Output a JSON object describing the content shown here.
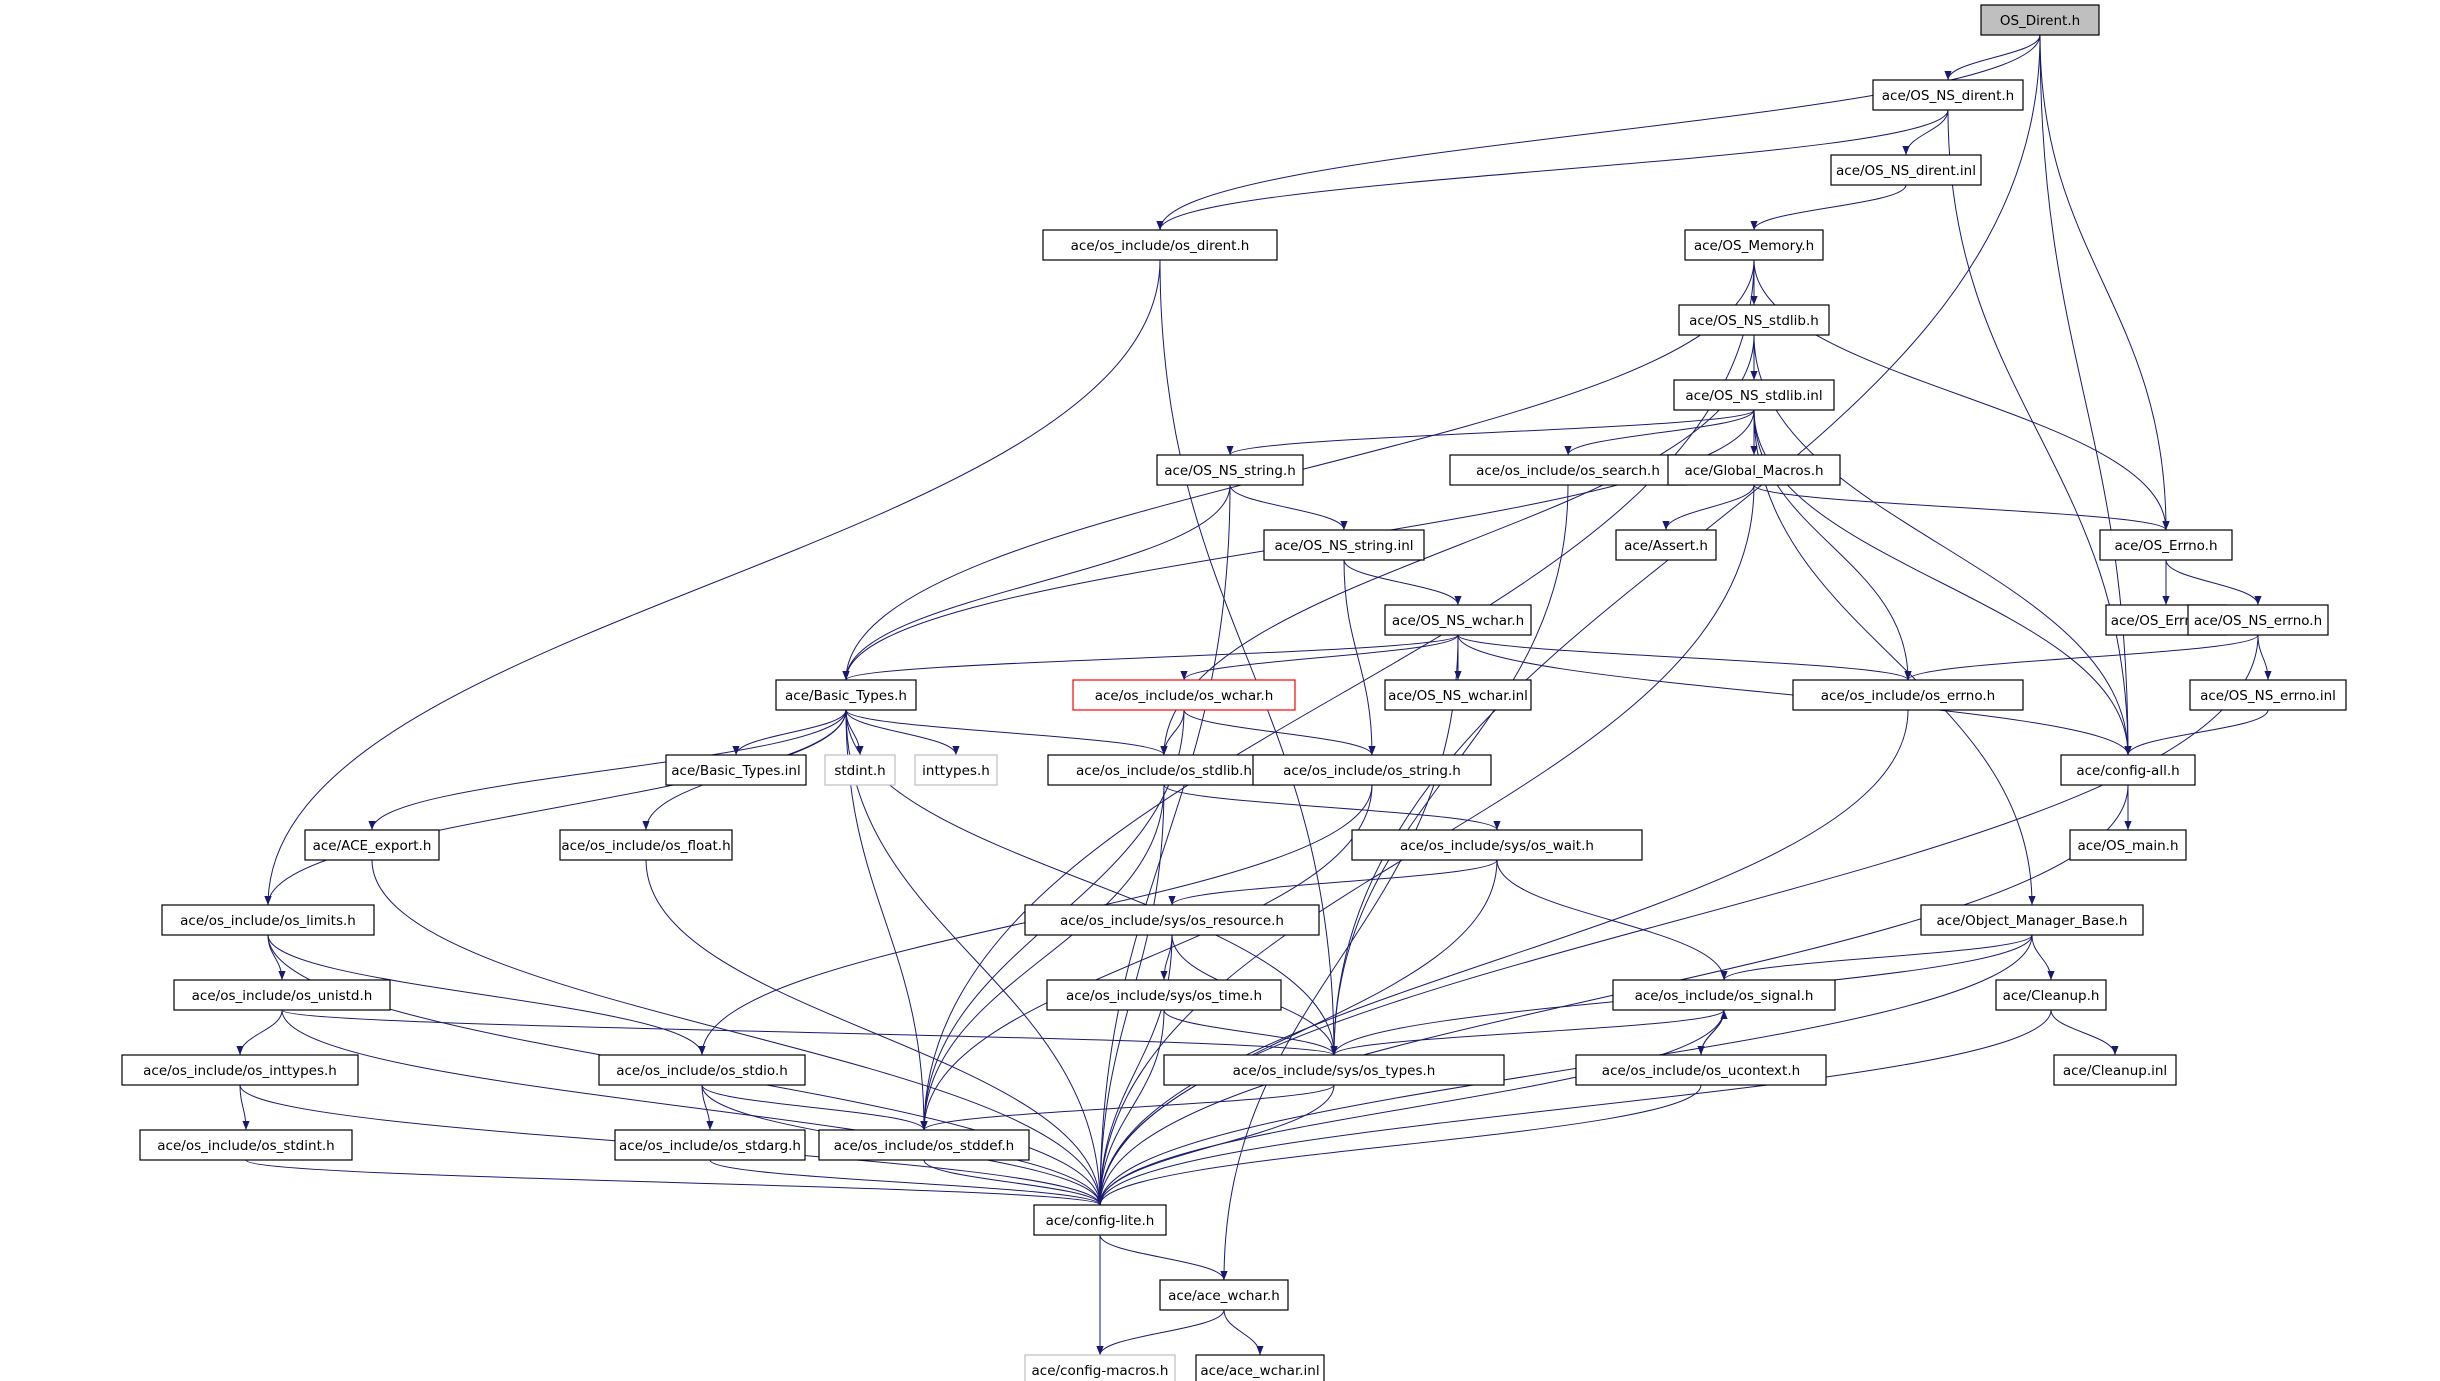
{
  "diagram": {
    "nodes": [
      {
        "id": "os_dirent",
        "label": "OS_Dirent.h",
        "style": "root"
      },
      {
        "id": "ns_dirent_h",
        "label": "ace/OS_NS_dirent.h"
      },
      {
        "id": "ns_dirent_inl",
        "label": "ace/OS_NS_dirent.inl"
      },
      {
        "id": "inc_dirent",
        "label": "ace/os_include/os_dirent.h"
      },
      {
        "id": "os_memory",
        "label": "ace/OS_Memory.h"
      },
      {
        "id": "ns_stdlib_h",
        "label": "ace/OS_NS_stdlib.h"
      },
      {
        "id": "ns_stdlib_inl",
        "label": "ace/OS_NS_stdlib.inl"
      },
      {
        "id": "ns_string_h",
        "label": "ace/OS_NS_string.h"
      },
      {
        "id": "inc_search",
        "label": "ace/os_include/os_search.h"
      },
      {
        "id": "global_macros",
        "label": "ace/Global_Macros.h"
      },
      {
        "id": "assert",
        "label": "ace/Assert.h"
      },
      {
        "id": "os_errno_h",
        "label": "ace/OS_Errno.h"
      },
      {
        "id": "ns_string_inl",
        "label": "ace/OS_NS_string.inl"
      },
      {
        "id": "os_errno_inl",
        "label": "ace/OS_Errno.inl"
      },
      {
        "id": "ns_errno_h",
        "label": "ace/OS_NS_errno.h"
      },
      {
        "id": "ns_wchar_h",
        "label": "ace/OS_NS_wchar.h"
      },
      {
        "id": "ns_wchar_inl",
        "label": "ace/OS_NS_wchar.inl"
      },
      {
        "id": "ns_errno_inl",
        "label": "ace/OS_NS_errno.inl"
      },
      {
        "id": "basic_types_h",
        "label": "ace/Basic_Types.h"
      },
      {
        "id": "inc_wchar",
        "label": "ace/os_include/os_wchar.h",
        "style": "red"
      },
      {
        "id": "inc_errno",
        "label": "ace/os_include/os_errno.h"
      },
      {
        "id": "basic_types_inl",
        "label": "ace/Basic_Types.inl"
      },
      {
        "id": "stdint",
        "label": "stdint.h",
        "style": "gray"
      },
      {
        "id": "inttypes",
        "label": "inttypes.h",
        "style": "gray"
      },
      {
        "id": "inc_stdlib",
        "label": "ace/os_include/os_stdlib.h"
      },
      {
        "id": "inc_string",
        "label": "ace/os_include/os_string.h"
      },
      {
        "id": "config_all",
        "label": "ace/config-all.h"
      },
      {
        "id": "ace_export",
        "label": "ace/ACE_export.h"
      },
      {
        "id": "inc_float",
        "label": "ace/os_include/os_float.h"
      },
      {
        "id": "inc_sys_wait",
        "label": "ace/os_include/sys/os_wait.h"
      },
      {
        "id": "os_main",
        "label": "ace/OS_main.h"
      },
      {
        "id": "inc_limits",
        "label": "ace/os_include/os_limits.h"
      },
      {
        "id": "inc_sys_resource",
        "label": "ace/os_include/sys/os_resource.h"
      },
      {
        "id": "object_manager",
        "label": "ace/Object_Manager_Base.h"
      },
      {
        "id": "inc_unistd",
        "label": "ace/os_include/os_unistd.h"
      },
      {
        "id": "inc_sys_time",
        "label": "ace/os_include/sys/os_time.h"
      },
      {
        "id": "inc_signal",
        "label": "ace/os_include/os_signal.h"
      },
      {
        "id": "cleanup_h",
        "label": "ace/Cleanup.h"
      },
      {
        "id": "inc_inttypes",
        "label": "ace/os_include/os_inttypes.h"
      },
      {
        "id": "inc_stdio",
        "label": "ace/os_include/os_stdio.h"
      },
      {
        "id": "inc_sys_types",
        "label": "ace/os_include/sys/os_types.h"
      },
      {
        "id": "inc_ucontext",
        "label": "ace/os_include/os_ucontext.h"
      },
      {
        "id": "cleanup_inl",
        "label": "ace/Cleanup.inl"
      },
      {
        "id": "inc_stdint",
        "label": "ace/os_include/os_stdint.h"
      },
      {
        "id": "inc_stdarg",
        "label": "ace/os_include/os_stdarg.h"
      },
      {
        "id": "inc_stddef",
        "label": "ace/os_include/os_stddef.h"
      },
      {
        "id": "config_lite",
        "label": "ace/config-lite.h"
      },
      {
        "id": "ace_wchar_h",
        "label": "ace/ace_wchar.h"
      },
      {
        "id": "config_macros",
        "label": "ace/config-macros.h",
        "style": "gray"
      },
      {
        "id": "ace_wchar_inl",
        "label": "ace/ace_wchar.inl"
      }
    ],
    "edges": [
      [
        "os_dirent",
        "ns_dirent_h"
      ],
      [
        "os_dirent",
        "inc_dirent"
      ],
      [
        "os_dirent",
        "os_errno_h"
      ],
      [
        "os_dirent",
        "config_all"
      ],
      [
        "os_dirent",
        "inc_sys_types"
      ],
      [
        "ns_dirent_h",
        "ns_dirent_inl"
      ],
      [
        "ns_dirent_h",
        "inc_dirent"
      ],
      [
        "ns_dirent_h",
        "config_all"
      ],
      [
        "ns_dirent_inl",
        "os_memory"
      ],
      [
        "inc_dirent",
        "inc_limits"
      ],
      [
        "inc_dirent",
        "inc_sys_types"
      ],
      [
        "os_memory",
        "ns_stdlib_h"
      ],
      [
        "os_memory",
        "os_errno_h"
      ],
      [
        "os_memory",
        "basic_types_h"
      ],
      [
        "os_memory",
        "inc_stddef"
      ],
      [
        "ns_stdlib_h",
        "ns_stdlib_inl"
      ],
      [
        "ns_stdlib_h",
        "inc_stdlib"
      ],
      [
        "ns_stdlib_h",
        "config_all"
      ],
      [
        "ns_stdlib_inl",
        "ns_string_h"
      ],
      [
        "ns_stdlib_inl",
        "inc_search"
      ],
      [
        "ns_stdlib_inl",
        "global_macros"
      ],
      [
        "ns_stdlib_inl",
        "inc_errno"
      ],
      [
        "ns_stdlib_inl",
        "object_manager"
      ],
      [
        "ns_stdlib_inl",
        "config_all"
      ],
      [
        "ns_stdlib_inl",
        "basic_types_h"
      ],
      [
        "ns_string_h",
        "ns_string_inl"
      ],
      [
        "ns_string_h",
        "basic_types_h"
      ],
      [
        "ns_string_h",
        "config_lite"
      ],
      [
        "inc_search",
        "inc_sys_types"
      ],
      [
        "global_macros",
        "assert"
      ],
      [
        "global_macros",
        "os_errno_h"
      ],
      [
        "global_macros",
        "config_lite"
      ],
      [
        "os_errno_h",
        "os_errno_inl"
      ],
      [
        "os_errno_h",
        "ns_errno_h"
      ],
      [
        "ns_string_inl",
        "ns_wchar_h"
      ],
      [
        "ns_string_inl",
        "inc_string"
      ],
      [
        "ns_errno_h",
        "ns_errno_inl"
      ],
      [
        "ns_errno_h",
        "inc_errno"
      ],
      [
        "ns_errno_h",
        "config_lite"
      ],
      [
        "ns_errno_inl",
        "config_all"
      ],
      [
        "ns_wchar_h",
        "ns_wchar_inl"
      ],
      [
        "ns_wchar_h",
        "basic_types_h"
      ],
      [
        "ns_wchar_h",
        "inc_wchar"
      ],
      [
        "ns_wchar_h",
        "inc_errno"
      ],
      [
        "ns_wchar_h",
        "config_all"
      ],
      [
        "ns_wchar_h",
        "ace_wchar_h"
      ],
      [
        "inc_wchar",
        "inc_stdlib"
      ],
      [
        "inc_wchar",
        "inc_string"
      ],
      [
        "inc_wchar",
        "inc_stddef"
      ],
      [
        "basic_types_h",
        "basic_types_inl"
      ],
      [
        "basic_types_h",
        "stdint"
      ],
      [
        "basic_types_h",
        "inttypes"
      ],
      [
        "basic_types_h",
        "inc_stdlib"
      ],
      [
        "basic_types_h",
        "ace_export"
      ],
      [
        "basic_types_h",
        "inc_float"
      ],
      [
        "basic_types_h",
        "inc_limits"
      ],
      [
        "basic_types_h",
        "inc_stddef"
      ],
      [
        "basic_types_h",
        "inc_sys_types"
      ],
      [
        "basic_types_h",
        "config_lite"
      ],
      [
        "inc_errno",
        "config_lite"
      ],
      [
        "inc_stdlib",
        "inc_sys_wait"
      ],
      [
        "inc_stdlib",
        "inc_stddef"
      ],
      [
        "inc_stdlib",
        "config_lite"
      ],
      [
        "inc_string",
        "inc_stdio"
      ],
      [
        "inc_string",
        "inc_stddef"
      ],
      [
        "config_all",
        "os_main"
      ],
      [
        "config_all",
        "config_lite"
      ],
      [
        "ace_export",
        "config_lite"
      ],
      [
        "inc_float",
        "config_lite"
      ],
      [
        "inc_sys_wait",
        "inc_sys_resource"
      ],
      [
        "inc_sys_wait",
        "inc_signal"
      ],
      [
        "inc_sys_wait",
        "config_lite"
      ],
      [
        "inc_limits",
        "inc_unistd"
      ],
      [
        "inc_limits",
        "inc_stdio"
      ],
      [
        "inc_limits",
        "config_lite"
      ],
      [
        "inc_sys_resource",
        "inc_sys_time"
      ],
      [
        "inc_sys_resource",
        "inc_sys_types"
      ],
      [
        "inc_sys_resource",
        "config_lite"
      ],
      [
        "object_manager",
        "cleanup_h"
      ],
      [
        "object_manager",
        "inc_signal"
      ],
      [
        "object_manager",
        "inc_sys_types"
      ],
      [
        "object_manager",
        "config_lite"
      ],
      [
        "inc_unistd",
        "inc_inttypes"
      ],
      [
        "inc_unistd",
        "inc_sys_types"
      ],
      [
        "inc_unistd",
        "config_lite"
      ],
      [
        "inc_sys_time",
        "inc_sys_types"
      ],
      [
        "inc_sys_time",
        "config_lite"
      ],
      [
        "inc_signal",
        "inc_ucontext"
      ],
      [
        "inc_signal",
        "inc_sys_types"
      ],
      [
        "inc_signal",
        "config_lite"
      ],
      [
        "cleanup_h",
        "cleanup_inl"
      ],
      [
        "cleanup_h",
        "config_lite"
      ],
      [
        "inc_inttypes",
        "inc_stdint"
      ],
      [
        "inc_inttypes",
        "config_lite"
      ],
      [
        "inc_stdio",
        "inc_stdarg"
      ],
      [
        "inc_stdio",
        "inc_stddef"
      ],
      [
        "inc_stdio",
        "config_lite"
      ],
      [
        "inc_sys_types",
        "inc_stddef"
      ],
      [
        "inc_sys_types",
        "config_lite"
      ],
      [
        "inc_ucontext",
        "inc_signal"
      ],
      [
        "inc_ucontext",
        "config_lite"
      ],
      [
        "inc_stdint",
        "config_lite"
      ],
      [
        "inc_stdarg",
        "config_lite"
      ],
      [
        "inc_stddef",
        "config_lite"
      ],
      [
        "config_lite",
        "ace_wchar_h"
      ],
      [
        "config_lite",
        "config_macros"
      ],
      [
        "ace_wchar_h",
        "config_macros"
      ],
      [
        "ace_wchar_h",
        "ace_wchar_inl"
      ]
    ]
  }
}
